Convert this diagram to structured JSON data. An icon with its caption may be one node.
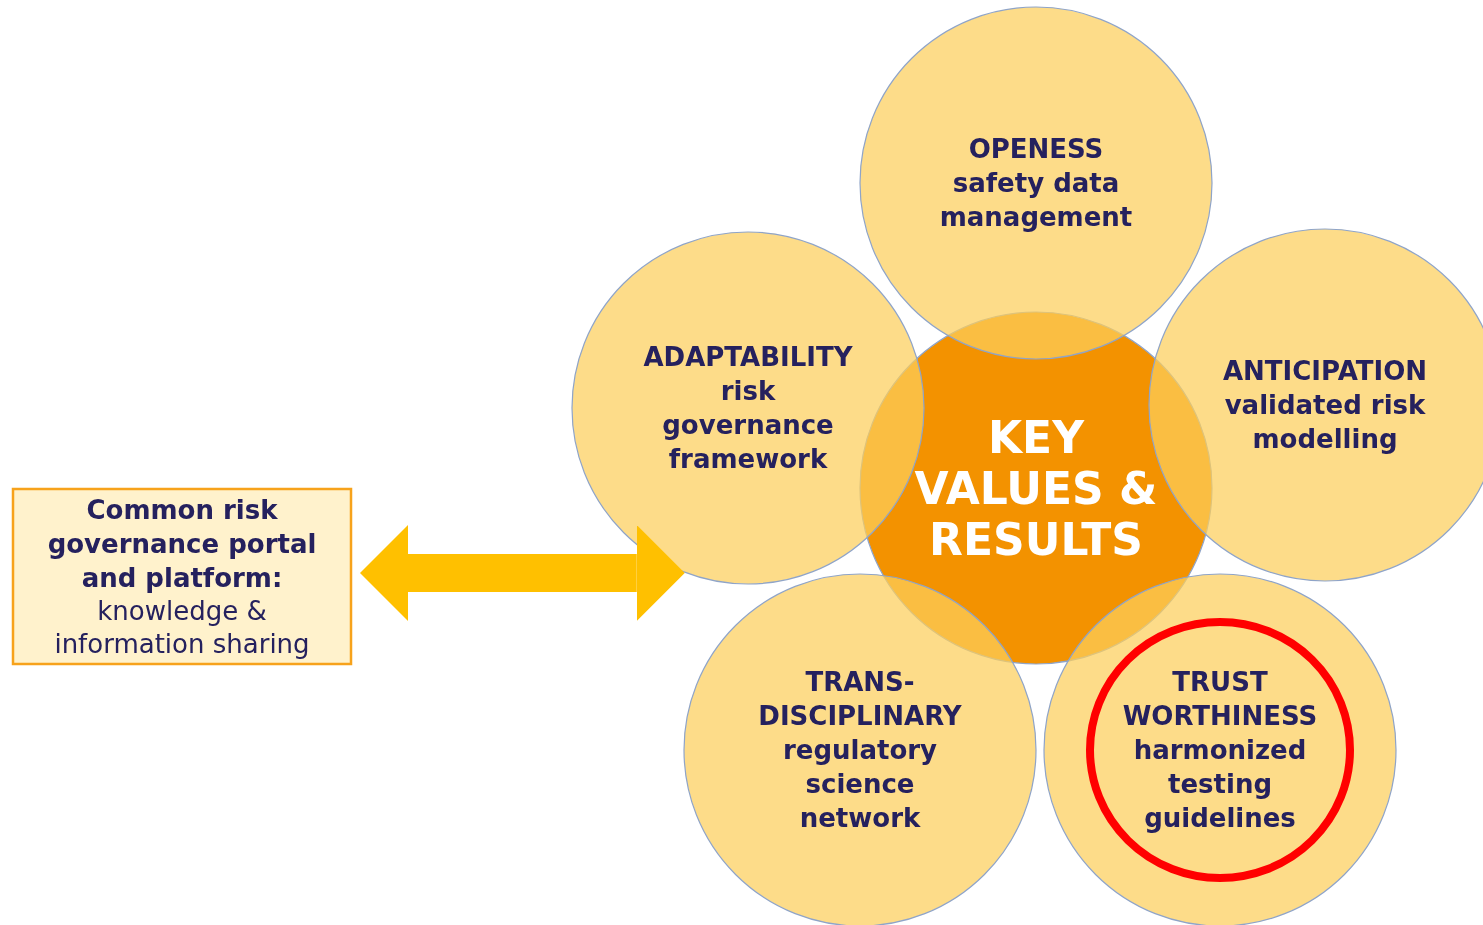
{
  "diagram": {
    "nodes": [
      {
        "text": [
          "Common risk governance portal and platform:",
          "knowledge & information sharing"
        ]
      },
      {
        "text": [
          "OPENESS",
          "safety data management"
        ]
      },
      {
        "text": [
          "ADAPTABILITY",
          "risk governance framework"
        ]
      },
      {
        "text": [
          "KEY VALUES & RESULTS"
        ]
      },
      {
        "text": [
          "ANTICIPATION",
          "validated risk modelling"
        ]
      },
      {
        "text": [
          "TRANS- DISCIPLINARY",
          "regulatory science network"
        ]
      },
      {
        "text": [
          "TRUST WORTHINESS",
          "harmonized testing guidelines"
        ]
      }
    ],
    "edges": [
      {
        "from": 0,
        "to": 2,
        "arrow": "both"
      }
    ]
  }
}
